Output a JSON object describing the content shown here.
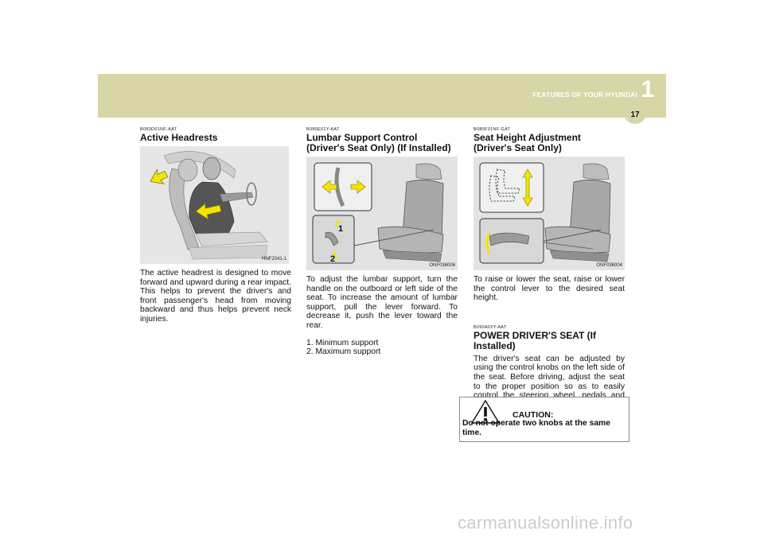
{
  "header": {
    "section": "FEATURES OF YOUR HYUNDAI",
    "chapter": "1",
    "page": "17"
  },
  "col1": {
    "code": "B083D01NF-AAT",
    "title": "Active Headrests",
    "figure_label": "HNF2041-1",
    "body": "The active headrest is designed to move forward and upward during a rear impact. This helps to prevent the driver's and front passenger's head from moving backward and thus helps prevent neck injuries."
  },
  "col2": {
    "code": "B080E01Y-AAT",
    "title_line1": "Lumbar Support Control",
    "title_line2": "(Driver's Seat Only) (If Installed)",
    "figure_label": "ONF036006",
    "callout_1": "1",
    "callout_2": "2",
    "body": "To adjust the lumbar support, turn the handle on the outboard or left side of the seat. To increase the amount of lumbar support, pull the lever forward. To decrease it, push the lever toward the rear.",
    "list": [
      "1. Minimum support",
      "2. Maximum support"
    ]
  },
  "col3": {
    "code": "B080F01NF-GAT",
    "title_line1": "Seat Height Adjustment",
    "title_line2": "(Driver's Seat Only)",
    "figure_label": "ONF036004",
    "body": "To raise or lower the seat, raise or lower the control lever to the desired seat height."
  },
  "col3b": {
    "code": "B090A02Y-AAT",
    "title": "POWER DRIVER'S SEAT (If Installed)",
    "body": "The driver's seat can be adjusted by using the control knobs on the left side of the seat. Before driving, adjust the seat to the proper position so as to easily control the steering wheel, pedals and switches on the instrument panel."
  },
  "caution": {
    "title": "CAUTION:",
    "body": "Do not operate two knobs at the same time."
  },
  "watermark": "carmanualsonline.info",
  "colors": {
    "band": "#d8d6a6",
    "arrow_yellow": "#f2e600",
    "figure_bg": "#e3e3e3"
  }
}
